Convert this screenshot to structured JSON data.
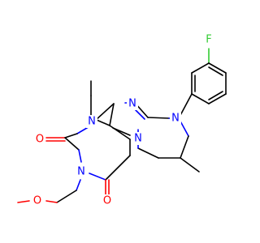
{
  "colors": {
    "background": "#ffffff",
    "carbon_bond": "#000000",
    "nitrogen": "#0000ff",
    "oxygen": "#ff0000",
    "fluorine": "#33cc33"
  },
  "atoms": {
    "F": "F",
    "N_aryl": "N",
    "N_imidazole": "N",
    "N_methyl": "N",
    "N_methoxyethyl": "N",
    "N_bridge": "N",
    "O_carbonyl_left": "O",
    "O_carbonyl_bottom": "O",
    "O_ether": "O"
  }
}
